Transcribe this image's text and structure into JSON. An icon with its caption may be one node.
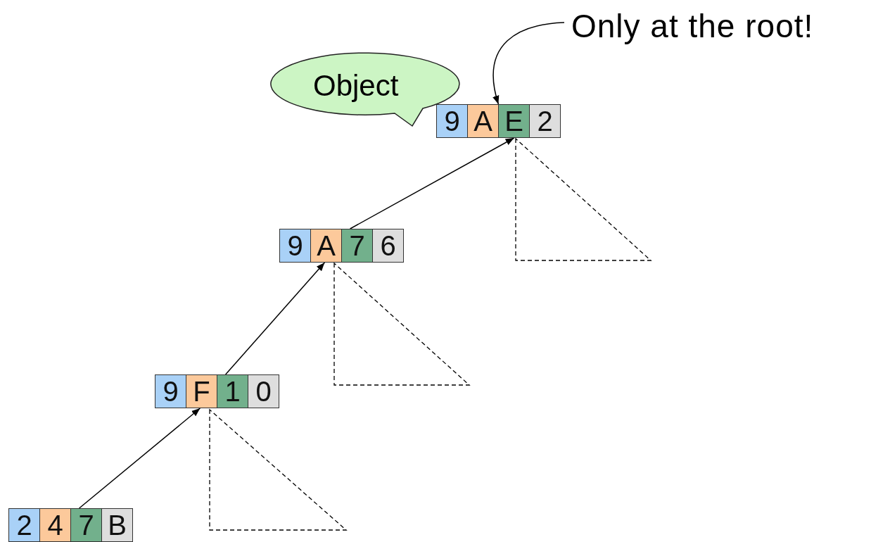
{
  "diagram": {
    "nodes": [
      {
        "text": [
          "Only at the root!"
        ]
      },
      {
        "text": [
          "Object"
        ]
      },
      {
        "text": [
          "9",
          "A",
          "E",
          "2"
        ]
      },
      {
        "text": [
          "9",
          "A",
          "7",
          "6"
        ]
      },
      {
        "text": [
          "9",
          "F",
          "1",
          "0"
        ]
      },
      {
        "text": [
          "2",
          "4",
          "7",
          "B"
        ]
      },
      {
        "text": [],
        "shape": "triangle"
      },
      {
        "text": [],
        "shape": "triangle"
      },
      {
        "text": [],
        "shape": "triangle"
      }
    ],
    "edges": [
      {
        "from": 0,
        "to": 2,
        "arrow": "to"
      },
      {
        "from": 5,
        "to": 4,
        "arrow": "to"
      },
      {
        "from": 4,
        "to": 3,
        "arrow": "to"
      },
      {
        "from": 3,
        "to": 2,
        "arrow": "to"
      }
    ]
  }
}
